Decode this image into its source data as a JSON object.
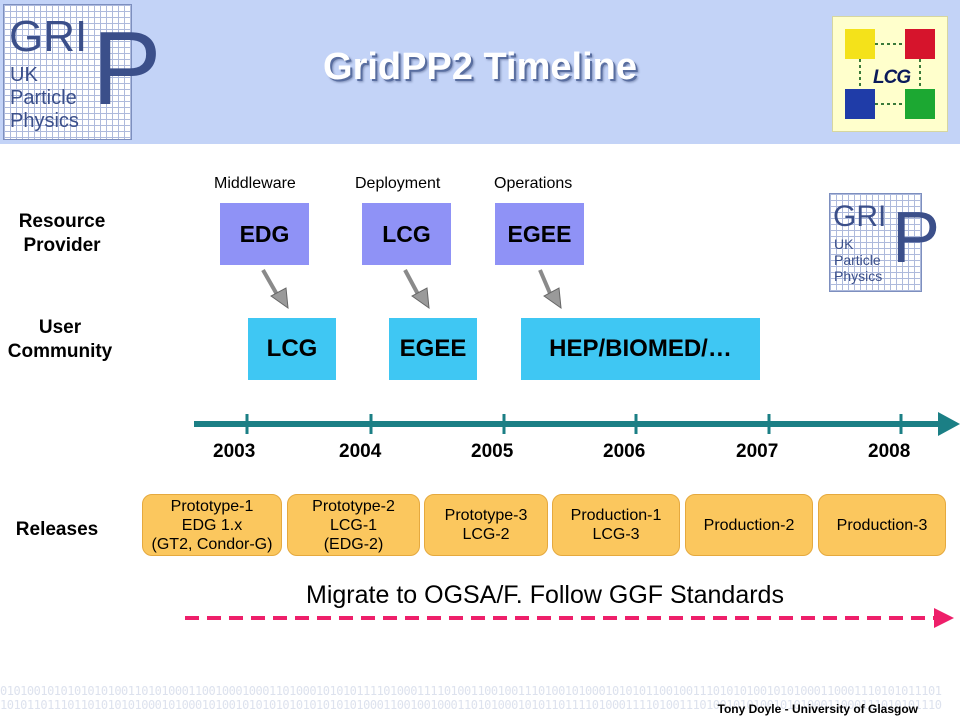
{
  "header": {
    "title": "GridPP2 Timeline",
    "logo": {
      "grid": "GRI",
      "p": "P",
      "line1": "UK",
      "line2": "Particle",
      "line3": "Physics"
    },
    "lcg_logo": "LCG"
  },
  "rows": {
    "resource_provider": [
      "Resource",
      "Provider"
    ],
    "user_community": [
      "User",
      "Community"
    ],
    "releases": "Releases"
  },
  "captions": {
    "middleware": "Middleware",
    "deployment": "Deployment",
    "operations": "Operations"
  },
  "resource_boxes": [
    "EDG",
    "LCG",
    "EGEE"
  ],
  "user_boxes": [
    "LCG",
    "EGEE",
    "HEP/BIOMED/…"
  ],
  "years": [
    "2003",
    "2004",
    "2005",
    "2006",
    "2007",
    "2008"
  ],
  "releases": [
    [
      "Prototype-1",
      "EDG 1.x",
      "(GT2, Condor-G)"
    ],
    [
      "Prototype-2",
      "LCG-1",
      "(EDG-2)"
    ],
    [
      "Prototype-3",
      "LCG-2"
    ],
    [
      "Production-1",
      "LCG-3"
    ],
    [
      "Production-2"
    ],
    [
      "Production-3"
    ]
  ],
  "migration": "Migrate to OGSA/F.  Follow GGF Standards",
  "footer": {
    "bits_line1": "01010010101010101001101010001100100010001101000101010111101000111101001100100111010010100010101011001001110101010010101000110001110101011101",
    "bits_line2": "10101101110110101010100010100010100101010101010101010100011001001000110101000101011011110100011110100111010010101001010100011000111010101110",
    "credit": "Tony Doyle - University of Glasgow"
  },
  "colors": {
    "header_bg": "#c3d3f7",
    "resource_provider": "#8f92f6",
    "user_community": "#3fc7f3",
    "timeline": "#1b7f85",
    "release": "#fbc75e",
    "migration_arrow": "#ee1f6a"
  }
}
